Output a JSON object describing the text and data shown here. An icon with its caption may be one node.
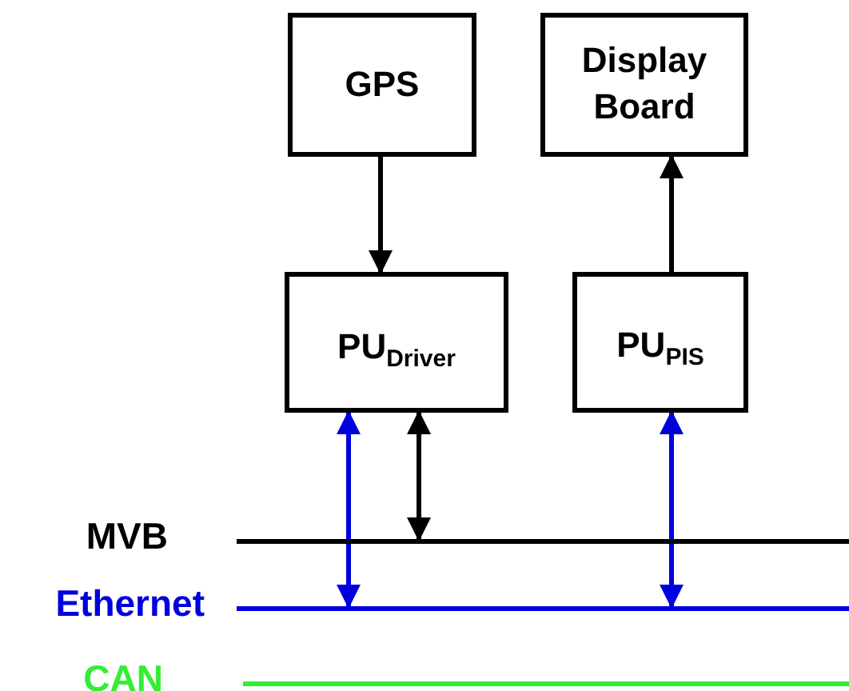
{
  "diagram": {
    "nodes": [
      {
        "text": [
          "GPS"
        ]
      },
      {
        "text": [
          "Display Board"
        ]
      },
      {
        "text": [
          "PU$_{Driver}$"
        ]
      },
      {
        "text": [
          "PU$_{PIS}$"
        ]
      },
      {
        "text": [],
        "shape": "bar",
        "beside": [
          "MVB"
        ]
      },
      {
        "text": [],
        "shape": "bar",
        "beside": [
          "Ethernet"
        ]
      },
      {
        "text": [],
        "shape": "bar",
        "beside": [
          "CAN"
        ]
      }
    ],
    "edges": [
      {
        "from": 0,
        "to": 2,
        "arrow": "to"
      },
      {
        "from": 3,
        "to": 1,
        "arrow": "to"
      },
      {
        "from": 2,
        "to": 5,
        "arrow": "both",
        "color": "#0000dd"
      },
      {
        "from": 2,
        "to": 4,
        "arrow": "both"
      },
      {
        "from": 3,
        "to": 5,
        "arrow": "both",
        "color": "#0000dd"
      }
    ]
  }
}
